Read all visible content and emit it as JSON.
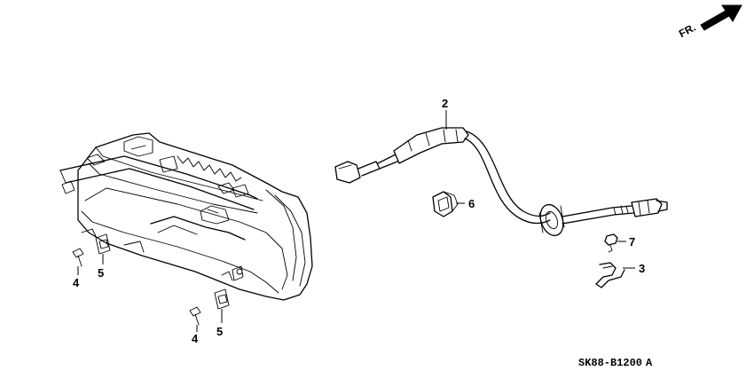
{
  "diagram": {
    "orientation_label": "FR.",
    "drawing_code": "SK88-B1200",
    "drawing_suffix": "A",
    "callouts": [
      {
        "id": "2",
        "text": "2"
      },
      {
        "id": "6",
        "text": "6"
      },
      {
        "id": "7",
        "text": "7"
      },
      {
        "id": "3",
        "text": "3"
      },
      {
        "id": "4a",
        "text": "4"
      },
      {
        "id": "5a",
        "text": "5"
      },
      {
        "id": "4b",
        "text": "4"
      },
      {
        "id": "5b",
        "text": "5"
      }
    ]
  }
}
